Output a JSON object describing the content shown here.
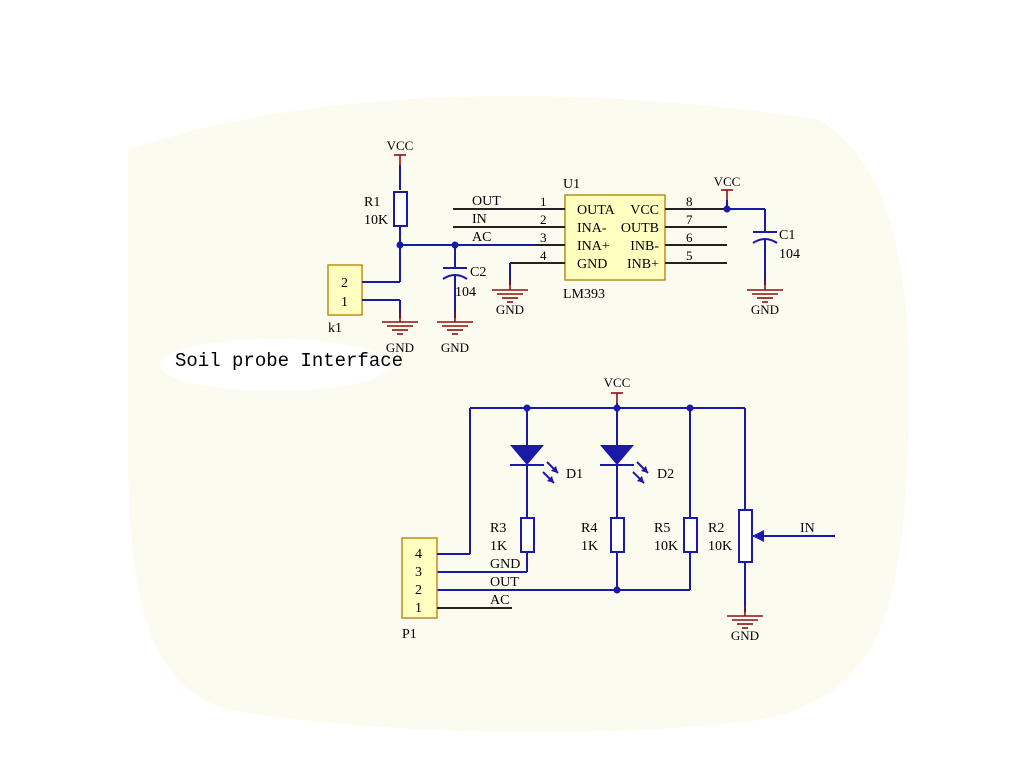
{
  "labels": {
    "vcc": "VCC",
    "gnd": "GND",
    "r1": "R1",
    "r1_val": "10K",
    "c2": "C2",
    "c2_val": "104",
    "k1": "k1",
    "k1_pins": [
      "2",
      "1"
    ],
    "title": "Soil probe Interface",
    "u1": "U1",
    "u1_part": "LM393",
    "u1_left_pins": [
      "1",
      "2",
      "3",
      "4"
    ],
    "u1_right_pins": [
      "8",
      "7",
      "6",
      "5"
    ],
    "u1_left_names": [
      "OUTA",
      "INA-",
      "INA+",
      "GND"
    ],
    "u1_right_names": [
      "VCC",
      "OUTB",
      "INB-",
      "INB+"
    ],
    "net_out": "OUT",
    "net_in": "IN",
    "net_ac": "AC",
    "c1": "C1",
    "c1_val": "104",
    "d1": "D1",
    "d2": "D2",
    "r3": "R3",
    "r3_val": "1K",
    "r4": "R4",
    "r4_val": "1K",
    "r5": "R5",
    "r5_val": "10K",
    "r2": "R2",
    "r2_val": "10K",
    "p1": "P1",
    "p1_pins": [
      "4",
      "3",
      "2",
      "1"
    ],
    "p1_nets": [
      "GND",
      "OUT",
      "AC"
    ],
    "pot_in": "IN"
  },
  "colors": {
    "wire": "#1a1aa8",
    "ground_symbol": "#8b1010",
    "component_body": "#ffffc0",
    "background_blob": "#fcfbf0"
  }
}
